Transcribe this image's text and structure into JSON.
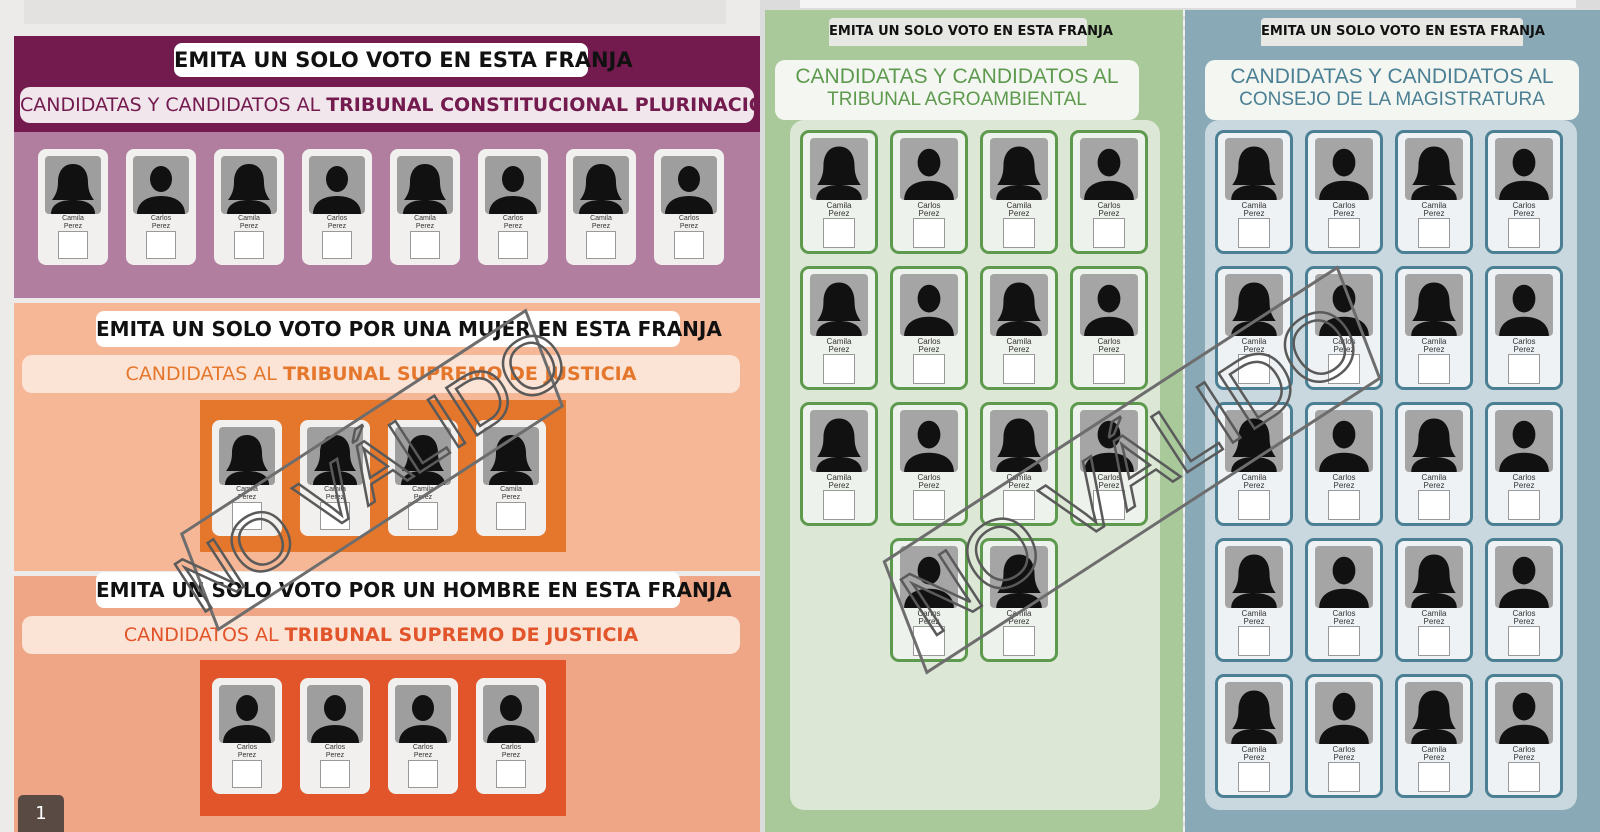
{
  "tcp": {
    "instruction": "EMITA UN SOLO VOTO EN ESTA FRANJA",
    "heading_prefix": "CANDIDATAS Y CANDIDATOS AL ",
    "heading_bold": "TRIBUNAL CONSTITUCIONAL PLURINACIONAL",
    "candidates": [
      {
        "gender": "f",
        "name": "Camila\nPerez"
      },
      {
        "gender": "m",
        "name": "Carlos\nPerez"
      },
      {
        "gender": "f",
        "name": "Camila\nPerez"
      },
      {
        "gender": "m",
        "name": "Carlos\nPerez"
      },
      {
        "gender": "f",
        "name": "Camila\nPerez"
      },
      {
        "gender": "m",
        "name": "Carlos\nPerez"
      },
      {
        "gender": "f",
        "name": "Camila\nPerez"
      },
      {
        "gender": "m",
        "name": "Carlos\nPerez"
      }
    ]
  },
  "tsj_women": {
    "instruction": "EMITA UN SOLO VOTO POR UNA MUJER EN ESTA FRANJA",
    "heading_prefix": "CANDIDATAS AL ",
    "heading_bold": "TRIBUNAL SUPREMO DE JUSTICIA",
    "candidates": [
      {
        "gender": "f",
        "name": "Camila\nPerez"
      },
      {
        "gender": "f",
        "name": "Camila\nPerez"
      },
      {
        "gender": "f",
        "name": "Camila\nPerez"
      },
      {
        "gender": "f",
        "name": "Camila\nPerez"
      }
    ]
  },
  "tsj_men": {
    "instruction": "EMITA UN SOLO VOTO POR UN HOMBRE EN ESTA FRANJA",
    "heading_prefix": "CANDIDATOS AL ",
    "heading_bold": "TRIBUNAL SUPREMO DE JUSTICIA",
    "candidates": [
      {
        "gender": "m",
        "name": "Carlos\nPerez"
      },
      {
        "gender": "m",
        "name": "Carlos\nPerez"
      },
      {
        "gender": "m",
        "name": "Carlos\nPerez"
      },
      {
        "gender": "m",
        "name": "Carlos\nPerez"
      }
    ]
  },
  "page_number": "1",
  "agro": {
    "instruction": "EMITA UN SOLO VOTO EN ESTA FRANJA",
    "heading_line1": "CANDIDATAS Y CANDIDATOS AL",
    "heading_line2": "TRIBUNAL AGROAMBIENTAL",
    "candidates": [
      {
        "gender": "f",
        "name": "Camila\nPerez"
      },
      {
        "gender": "m",
        "name": "Carlos\nPerez"
      },
      {
        "gender": "f",
        "name": "Camila\nPerez"
      },
      {
        "gender": "m",
        "name": "Carlos\nPerez"
      },
      {
        "gender": "f",
        "name": "Camila\nPerez"
      },
      {
        "gender": "m",
        "name": "Carlos\nPerez"
      },
      {
        "gender": "f",
        "name": "Camila\nPerez"
      },
      {
        "gender": "m",
        "name": "Carlos\nPerez"
      },
      {
        "gender": "f",
        "name": "Camila\nPerez"
      },
      {
        "gender": "m",
        "name": "Carlos\nPerez"
      },
      {
        "gender": "f",
        "name": "Camila\nPerez"
      },
      {
        "gender": "m",
        "name": "Carlos\nPerez"
      },
      {
        "gender": "m",
        "name": "Carlos\nPerez"
      },
      {
        "gender": "f",
        "name": "Camila\nPerez"
      }
    ]
  },
  "magistratura": {
    "instruction": "EMITA UN SOLO VOTO EN ESTA FRANJA",
    "heading_line1": "CANDIDATAS Y CANDIDATOS AL",
    "heading_line2": "CONSEJO DE LA MAGISTRATURA",
    "candidates": [
      {
        "gender": "f",
        "name": "Camila\nPerez"
      },
      {
        "gender": "m",
        "name": "Carlos\nPerez"
      },
      {
        "gender": "f",
        "name": "Camila\nPerez"
      },
      {
        "gender": "m",
        "name": "Carlos\nPerez"
      },
      {
        "gender": "f",
        "name": "Camila\nPerez"
      },
      {
        "gender": "m",
        "name": "Carlos\nPerez"
      },
      {
        "gender": "f",
        "name": "Camila\nPerez"
      },
      {
        "gender": "m",
        "name": "Carlos\nPerez"
      },
      {
        "gender": "f",
        "name": "Camila\nPerez"
      },
      {
        "gender": "m",
        "name": "Carlos\nPerez"
      },
      {
        "gender": "f",
        "name": "Camila\nPerez"
      },
      {
        "gender": "m",
        "name": "Carlos\nPerez"
      },
      {
        "gender": "f",
        "name": "Camila\nPerez"
      },
      {
        "gender": "m",
        "name": "Carlos\nPerez"
      },
      {
        "gender": "f",
        "name": "Camila\nPerez"
      },
      {
        "gender": "m",
        "name": "Carlos\nPerez"
      },
      {
        "gender": "f",
        "name": "Camila\nPerez"
      },
      {
        "gender": "m",
        "name": "Carlos\nPerez"
      },
      {
        "gender": "f",
        "name": "Camila\nPerez"
      },
      {
        "gender": "m",
        "name": "Carlos\nPerez"
      }
    ]
  },
  "watermark_text": "NO VÁLIDO",
  "colors": {
    "tcp": "#731a4e",
    "tsj_women": "#e5772c",
    "tsj_men": "#e2542a",
    "agro": "#5e9a4e",
    "magistratura": "#4b7f93"
  }
}
